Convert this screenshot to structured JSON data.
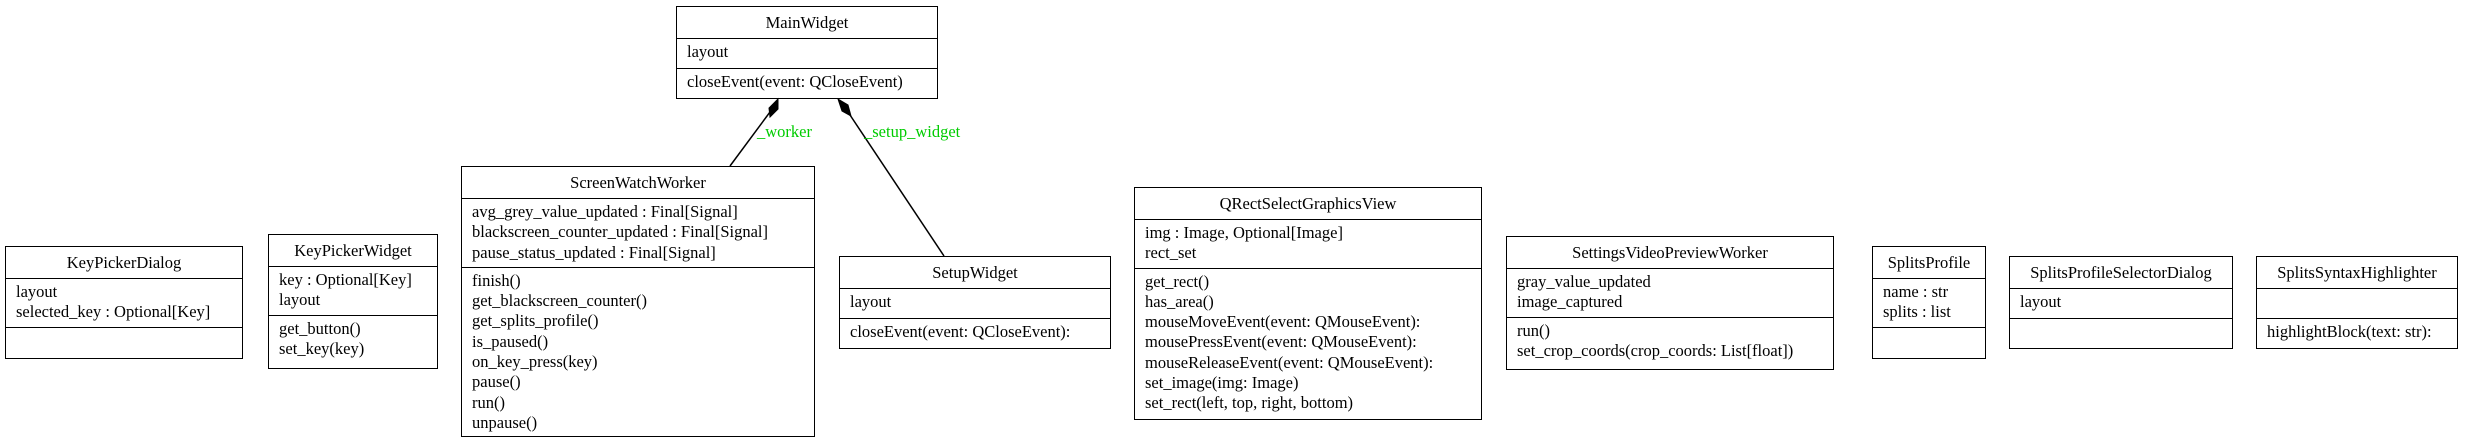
{
  "classes": {
    "main": {
      "name": "MainWidget",
      "attributes": [
        "layout"
      ],
      "methods": [
        "closeEvent(event: QCloseEvent)"
      ]
    },
    "keypickerdialog": {
      "name": "KeyPickerDialog",
      "attributes": [
        "layout",
        "selected_key : Optional[Key]"
      ],
      "methods": []
    },
    "keypickerwidget": {
      "name": "KeyPickerWidget",
      "attributes": [
        "key : Optional[Key]",
        "layout"
      ],
      "methods": [
        "get_button()",
        "set_key(key)"
      ]
    },
    "screenwatch": {
      "name": "ScreenWatchWorker",
      "attributes": [
        "avg_grey_value_updated : Final[Signal]",
        "blackscreen_counter_updated : Final[Signal]",
        "pause_status_updated : Final[Signal]"
      ],
      "methods": [
        "finish()",
        "get_blackscreen_counter()",
        "get_splits_profile()",
        "is_paused()",
        "on_key_press(key)",
        "pause()",
        "run()",
        "unpause()"
      ]
    },
    "setupwidget": {
      "name": "SetupWidget",
      "attributes": [
        "layout"
      ],
      "methods": [
        "closeEvent(event: QCloseEvent):"
      ]
    },
    "qrectselect": {
      "name": "QRectSelectGraphicsView",
      "attributes": [
        "img : Image, Optional[Image]",
        "rect_set"
      ],
      "methods": [
        "get_rect()",
        "has_area()",
        "mouseMoveEvent(event: QMouseEvent):",
        "mousePressEvent(event: QMouseEvent):",
        "mouseReleaseEvent(event: QMouseEvent):",
        "set_image(img: Image)",
        "set_rect(left, top, right, bottom)"
      ]
    },
    "settingsvideo": {
      "name": "SettingsVideoPreviewWorker",
      "attributes": [
        "gray_value_updated",
        "image_captured"
      ],
      "methods": [
        "run()",
        "set_crop_coords(crop_coords: List[float])"
      ]
    },
    "splitsprofile": {
      "name": "SplitsProfile",
      "attributes": [
        "name : str",
        "splits : list"
      ],
      "methods": []
    },
    "splitsselector": {
      "name": "SplitsProfileSelectorDialog",
      "attributes": [
        "layout"
      ],
      "methods": []
    },
    "splitssyntax": {
      "name": "SplitsSyntaxHighlighter",
      "attributes": [],
      "methods": [
        "highlightBlock(text: str):"
      ]
    }
  },
  "edges": [
    {
      "label": "_worker",
      "from": "screenwatch",
      "to": "main",
      "type": "composition"
    },
    {
      "label": "_setup_widget",
      "from": "setupwidget",
      "to": "main",
      "type": "composition"
    }
  ],
  "colors": {
    "edge_label": "#00cc00",
    "line": "#000000"
  }
}
